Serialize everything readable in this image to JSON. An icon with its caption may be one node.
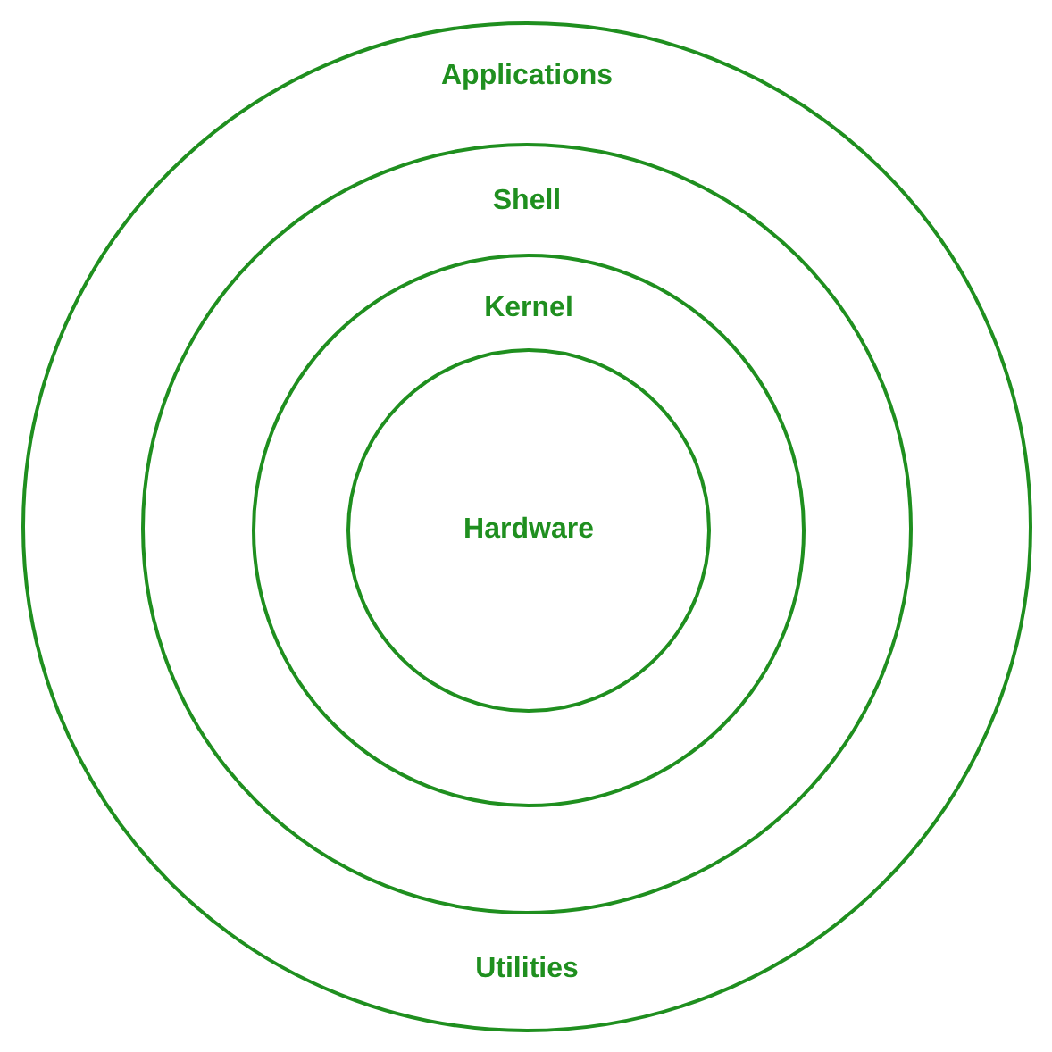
{
  "diagram": {
    "nodes": [
      {
        "text": [
          "Applications",
          "Utilities"
        ]
      },
      {
        "text": [
          "Shell"
        ],
        "in": 0
      },
      {
        "text": [
          "Kernel"
        ],
        "in": 1
      },
      {
        "text": [
          "Hardware"
        ],
        "in": 2
      }
    ]
  }
}
